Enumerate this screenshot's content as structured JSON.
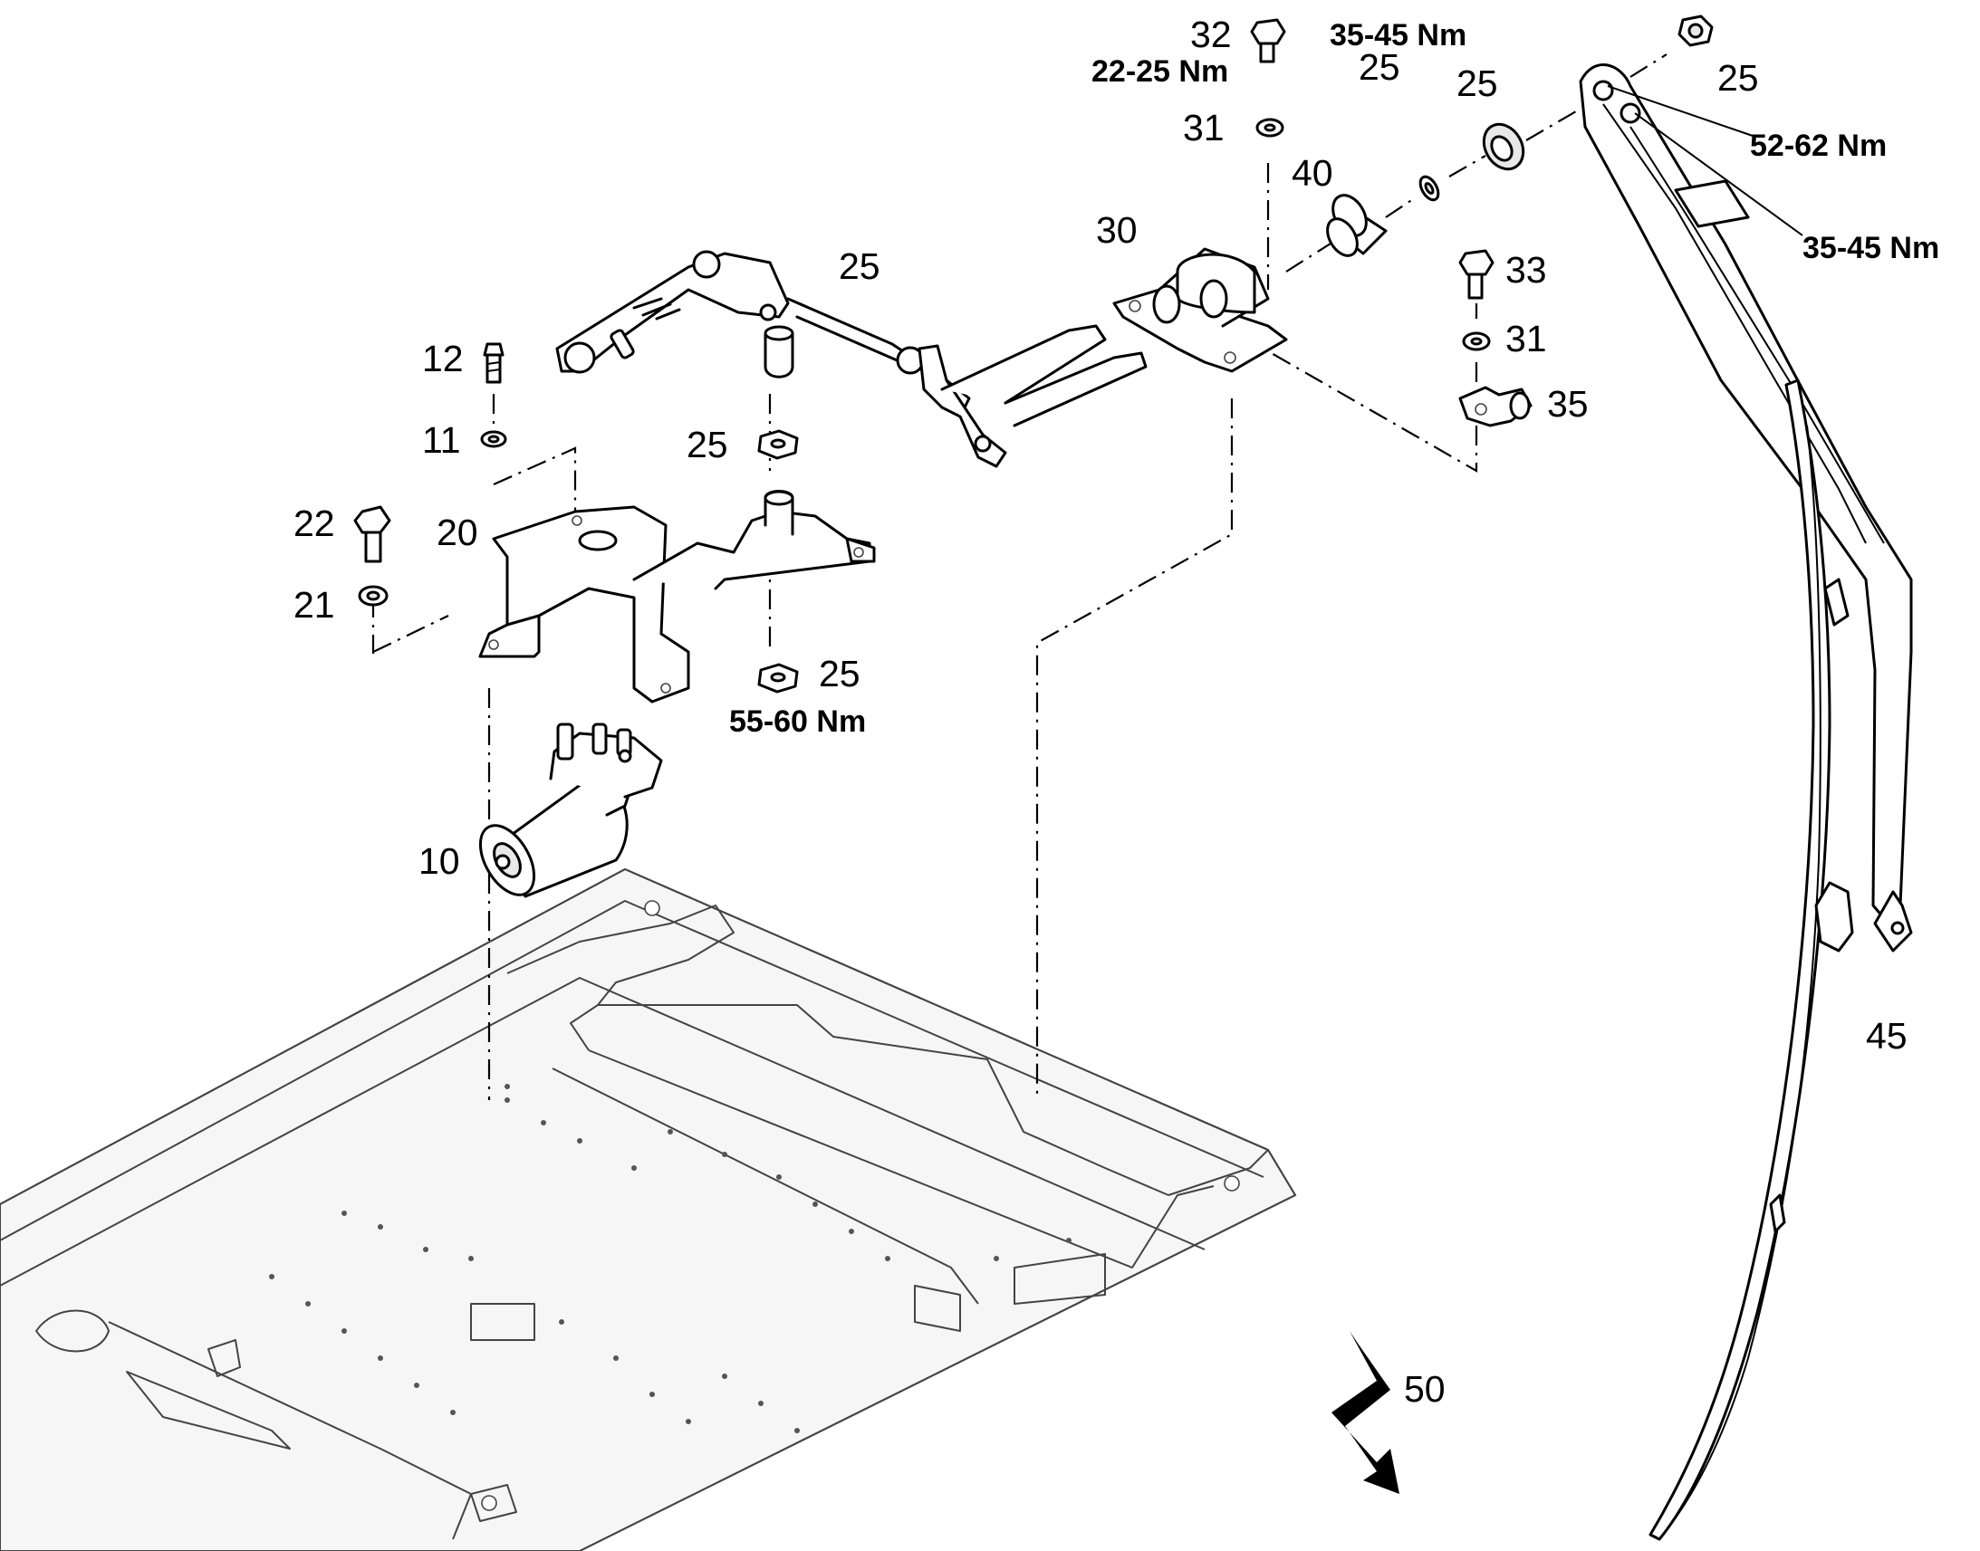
{
  "callouts": {
    "c10": "10",
    "c11": "11",
    "c12": "12",
    "c20": "20",
    "c21": "21",
    "c22": "22",
    "c25_link": "25",
    "c25_nut_top": "25",
    "c25_nut_bottom": "25",
    "c25_ring": "25",
    "c25_bushing": "25",
    "c25_cap": "25",
    "c30": "30",
    "c31_top": "31",
    "c31_mid": "31",
    "c32": "32",
    "c33": "33",
    "c35": "35",
    "c40": "40",
    "c45": "45",
    "c50": "50"
  },
  "torques": {
    "t_22_25": "22-25 Nm",
    "t_35_45_top": "35-45 Nm",
    "t_52_62": "52-62 Nm",
    "t_35_45_arm": "35-45 Nm",
    "t_55_60": "55-60 Nm"
  },
  "colors": {
    "line": "#000000",
    "frame": "#444444",
    "background": "#ffffff"
  },
  "icons": {
    "lightning": "lightning-bolt-icon"
  }
}
